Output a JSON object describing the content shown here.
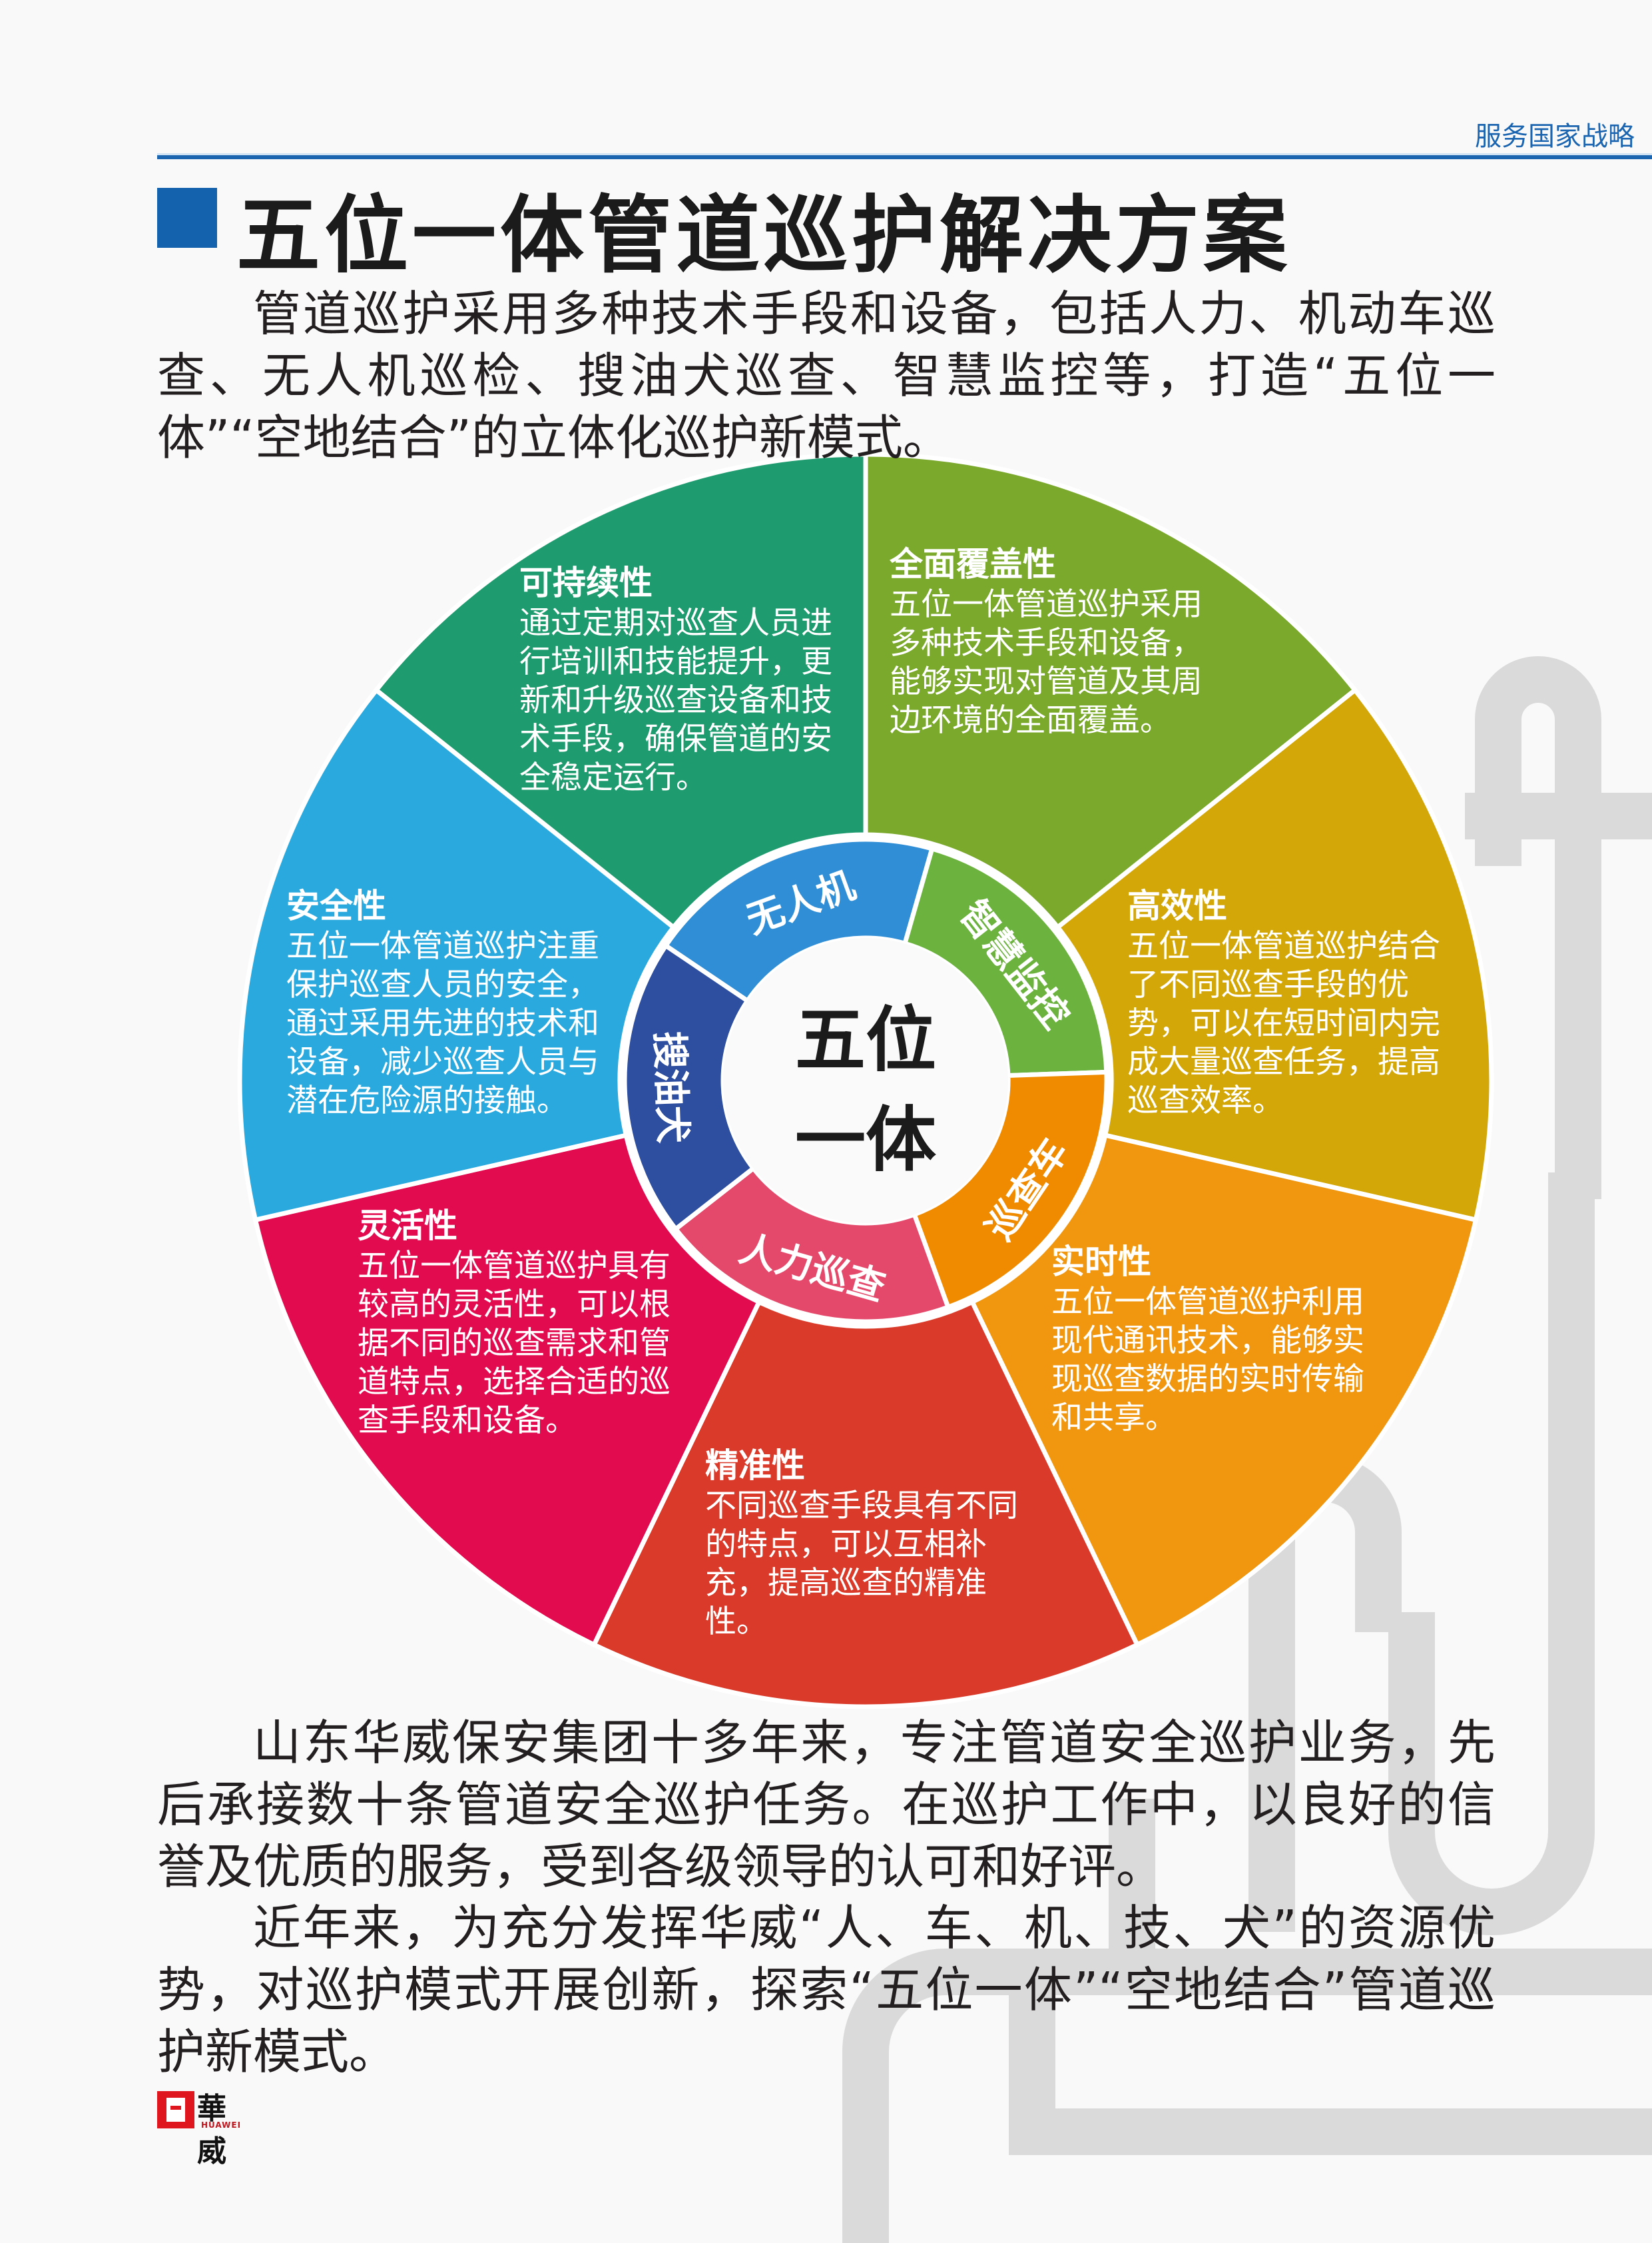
{
  "header": {
    "section_tag": "服务国家战略"
  },
  "title": "五位一体管道巡护解决方案",
  "intro": "管道巡护采用多种技术手段和设备，包括人力、机动车巡查、无人机巡检、搜油犬巡查、智慧监控等，打造“五位一体”“空地结合”的立体化巡护新模式。",
  "wheel": {
    "center_lines": [
      "五位",
      "一体"
    ],
    "outer_segments": [
      {
        "title": "全面覆盖性",
        "color": "#7aa92b",
        "lines": [
          "五位一体管道巡护采用",
          "多种技术手段和设备，",
          "能够实现对管道及其周",
          "边环境的全面覆盖。"
        ]
      },
      {
        "title": "高效性",
        "color": "#d4a708",
        "lines": [
          "五位一体管道巡护结合",
          "了不同巡查手段的优",
          "势，可以在短时间内完",
          "成大量巡查任务，提高",
          "巡查效率。"
        ]
      },
      {
        "title": "实时性",
        "color": "#f0970f",
        "lines": [
          "五位一体管道巡护利用",
          "现代通讯技术，能够实",
          "现巡查数据的实时传输",
          "和共享。"
        ]
      },
      {
        "title": "精准性",
        "color": "#da3a2a",
        "lines": [
          "不同巡查手段具有不同",
          "的特点，可以互相补",
          "充，提高巡查的精准",
          "性。"
        ]
      },
      {
        "title": "灵活性",
        "color": "#e30b50",
        "lines": [
          "五位一体管道巡护具有",
          "较高的灵活性，可以根",
          "据不同的巡查需求和管",
          "道特点，选择合适的巡",
          "查手段和设备。"
        ]
      },
      {
        "title": "安全性",
        "color": "#2aa9df",
        "lines": [
          "五位一体管道巡护注重",
          "保护巡查人员的安全，",
          "通过采用先进的技术和",
          "设备，减少巡查人员与",
          "潜在危险源的接触。"
        ]
      },
      {
        "title": "可持续性",
        "color": "#1f9c6f",
        "lines": [
          "通过定期对巡查人员进",
          "行培训和技能提升，更",
          "新和升级巡查设备和技",
          "术手段，确保管道的安",
          "全稳定运行。"
        ]
      }
    ],
    "inner_segments": [
      {
        "label": "无人机",
        "color": "#2f8ed6"
      },
      {
        "label": "智慧监控",
        "color": "#6cb23e"
      },
      {
        "label": "巡查车",
        "color": "#f08b00"
      },
      {
        "label": "人力巡查",
        "color": "#e4496b"
      },
      {
        "label": "搜油犬",
        "color": "#2e4f9f"
      }
    ]
  },
  "body_paragraphs": [
    "山东华威保安集团十多年来，专注管道安全巡护业务，先后承接数十条管道安全巡护任务。在巡护工作中，以良好的信誉及优质的服务，受到各级领导的认可和好评。",
    "近年来，为充分发挥华威“人、车、机、技、犬”的资源优势，对巡护模式开展创新，探索“五位一体”“空地结合”管道巡护新模式。"
  ],
  "logo": {
    "cn": "華威",
    "en": "HUAWEI"
  },
  "colors": {
    "accent": "#1a64b0",
    "pipe": "#d9d9d9"
  }
}
